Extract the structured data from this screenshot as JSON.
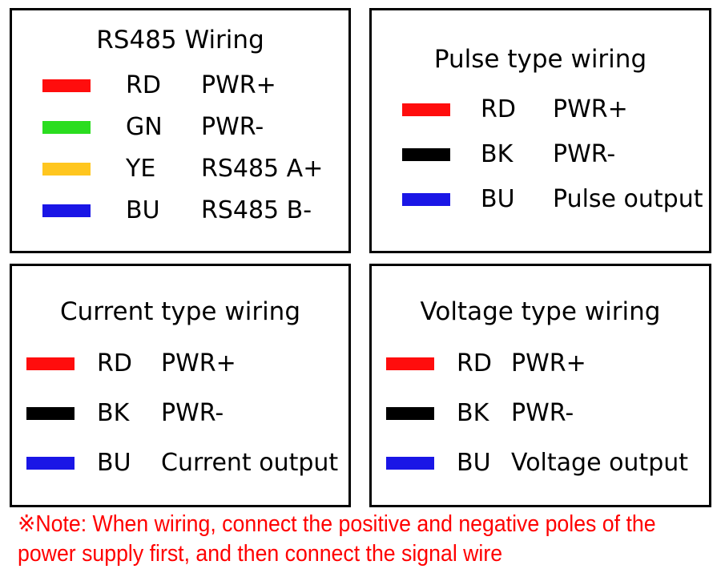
{
  "colors": {
    "red": "#ff0d0d",
    "green": "#2add1f",
    "yellow": "#ffc61f",
    "blue": "#1a16e6",
    "black": "#000000",
    "note_red": "#ff0000",
    "border": "#000000",
    "background": "#ffffff"
  },
  "panels": [
    {
      "id": "rs485",
      "title": "RS485 Wiring",
      "rows": [
        {
          "color": "#ff0d0d",
          "color_name": "red",
          "code": "RD",
          "desc": "PWR+"
        },
        {
          "color": "#2add1f",
          "color_name": "green",
          "code": "GN",
          "desc": "PWR-"
        },
        {
          "color": "#ffc61f",
          "color_name": "yellow",
          "code": "YE",
          "desc": "RS485 A+"
        },
        {
          "color": "#1a16e6",
          "color_name": "blue",
          "code": "BU",
          "desc": "RS485 B-"
        }
      ]
    },
    {
      "id": "pulse",
      "title": "Pulse type wiring",
      "rows": [
        {
          "color": "#ff0d0d",
          "color_name": "red",
          "code": "RD",
          "desc": "PWR+"
        },
        {
          "color": "#000000",
          "color_name": "black",
          "code": "BK",
          "desc": "PWR-"
        },
        {
          "color": "#1a16e6",
          "color_name": "blue",
          "code": "BU",
          "desc": "Pulse output"
        }
      ]
    },
    {
      "id": "current",
      "title": "Current type wiring",
      "rows": [
        {
          "color": "#ff0d0d",
          "color_name": "red",
          "code": "RD",
          "desc": "PWR+"
        },
        {
          "color": "#000000",
          "color_name": "black",
          "code": "BK",
          "desc": "PWR-"
        },
        {
          "color": "#1a16e6",
          "color_name": "blue",
          "code": "BU",
          "desc": "Current output"
        }
      ]
    },
    {
      "id": "voltage",
      "title": "Voltage type wiring",
      "rows": [
        {
          "color": "#ff0d0d",
          "color_name": "red",
          "code": "RD",
          "desc": "PWR+"
        },
        {
          "color": "#000000",
          "color_name": "black",
          "code": "BK",
          "desc": "PWR-"
        },
        {
          "color": "#1a16e6",
          "color_name": "blue",
          "code": "BU",
          "desc": "Voltage output"
        }
      ]
    }
  ],
  "note": {
    "marker": "※",
    "text": "※Note: When wiring, connect the positive and negative poles of the power supply first, and then connect the signal wire"
  }
}
